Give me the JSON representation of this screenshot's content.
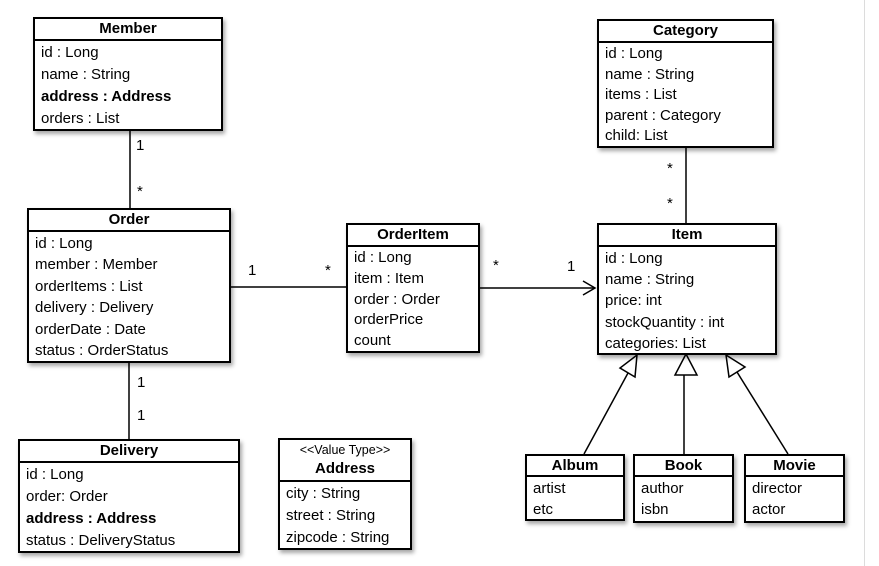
{
  "classes": {
    "member": {
      "name": "Member",
      "attributes": [
        "id : Long",
        "name : String",
        "address : Address",
        "orders : List"
      ]
    },
    "order": {
      "name": "Order",
      "attributes": [
        "id : Long",
        "member : Member",
        "orderItems : List",
        "delivery : Delivery",
        "orderDate : Date",
        "status : OrderStatus"
      ]
    },
    "orderitem": {
      "name": "OrderItem",
      "attributes": [
        "id : Long",
        "item : Item",
        "order : Order",
        "orderPrice",
        "count"
      ]
    },
    "item": {
      "name": "Item",
      "attributes": [
        "id : Long",
        "name : String",
        "price: int",
        "stockQuantity : int",
        "categories: List"
      ]
    },
    "category": {
      "name": "Category",
      "attributes": [
        "id : Long",
        "name : String",
        "items : List",
        "parent : Category",
        "child: List"
      ]
    },
    "delivery": {
      "name": "Delivery",
      "attributes": [
        "id : Long",
        "order: Order",
        "address : Address",
        "status : DeliveryStatus"
      ]
    },
    "address": {
      "stereotype": "<<Value Type>>",
      "name": "Address",
      "attributes": [
        "city : String",
        "street : String",
        "zipcode : String"
      ]
    },
    "album": {
      "name": "Album",
      "attributes": [
        "artist",
        "etc"
      ]
    },
    "book": {
      "name": "Book",
      "attributes": [
        "author",
        "isbn"
      ]
    },
    "movie": {
      "name": "Movie",
      "attributes": [
        "director",
        "actor"
      ]
    }
  },
  "relationships": [
    {
      "id": "member-order",
      "type": "association",
      "from": "Member",
      "to": "Order",
      "from_multiplicity": "1",
      "to_multiplicity": "*"
    },
    {
      "id": "order-delivery",
      "type": "association",
      "from": "Order",
      "to": "Delivery",
      "from_multiplicity": "1",
      "to_multiplicity": "1"
    },
    {
      "id": "order-orderitem",
      "type": "association",
      "from": "Order",
      "to": "OrderItem",
      "from_multiplicity": "1",
      "to_multiplicity": "*"
    },
    {
      "id": "orderitem-item",
      "type": "directed-association",
      "from": "OrderItem",
      "to": "Item",
      "from_multiplicity": "*",
      "to_multiplicity": "1"
    },
    {
      "id": "category-item",
      "type": "association",
      "from": "Category",
      "to": "Item",
      "from_multiplicity": "*",
      "to_multiplicity": "*"
    },
    {
      "id": "album-item",
      "type": "generalization",
      "from": "Album",
      "to": "Item"
    },
    {
      "id": "book-item",
      "type": "generalization",
      "from": "Book",
      "to": "Item"
    },
    {
      "id": "movie-item",
      "type": "generalization",
      "from": "Movie",
      "to": "Item"
    }
  ],
  "colors": {
    "line": "#000000",
    "box_fill": "#ffffff",
    "page_edge": "#dcdcdc"
  }
}
